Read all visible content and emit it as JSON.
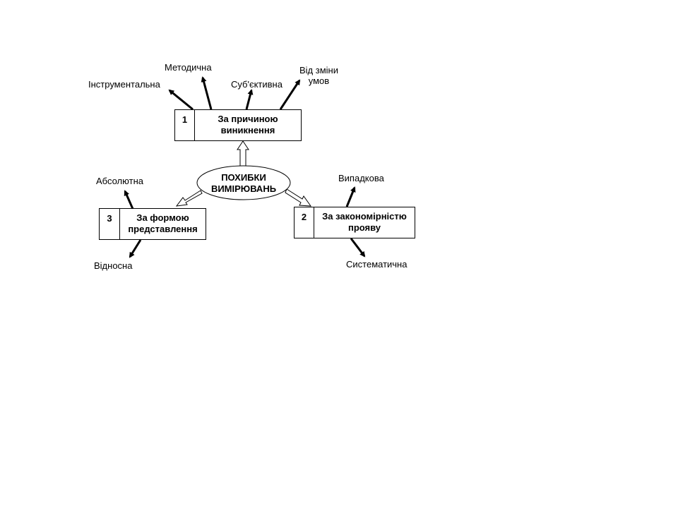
{
  "center": {
    "title": "ПОХИБКИ\nВИМІРЮВАНЬ"
  },
  "boxes": [
    {
      "number": "1",
      "title": "За причиною\nвиникнення"
    },
    {
      "number": "2",
      "title": "За закономірністю\nпрояву"
    },
    {
      "number": "3",
      "title": "За формою\nпредставлення"
    }
  ],
  "labels": {
    "instrumental": "Інструментальна",
    "methodical": "Методична",
    "subjective": "Суб'єктивна",
    "conditions": "Від зміни\nумов",
    "absolute": "Абсолютна",
    "relative": "Відносна",
    "random": "Випадкова",
    "systematic": "Систематична"
  }
}
